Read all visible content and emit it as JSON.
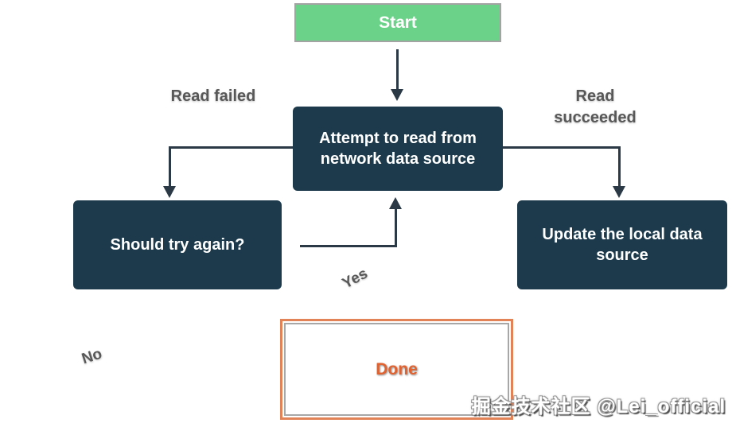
{
  "diagram": {
    "type": "flowchart",
    "nodes": {
      "start": {
        "label": "Start"
      },
      "attempt": {
        "label": "Attempt to read from network data source"
      },
      "should_try": {
        "label": "Should try again?"
      },
      "update_local": {
        "label": "Update the local data source"
      },
      "done": {
        "label": "Done"
      }
    },
    "edge_labels": {
      "read_failed": "Read failed",
      "read_succeeded": "Read succeeded",
      "yes": "Yes",
      "no": "No"
    },
    "edges": [
      {
        "from": "start",
        "to": "attempt",
        "label": ""
      },
      {
        "from": "attempt",
        "to": "should_try",
        "label": "Read failed"
      },
      {
        "from": "attempt",
        "to": "update_local",
        "label": "Read succeeded"
      },
      {
        "from": "should_try",
        "to": "attempt",
        "label": "Yes"
      },
      {
        "from": "should_try",
        "to": "done",
        "label": "No"
      }
    ],
    "colors": {
      "start_fill": "#6bd389",
      "start_border": "#a3a3a3",
      "node_fill": "#1c3a4b",
      "node_text": "#ffffff",
      "arrow": "#2a3945",
      "edge_label": "#585858",
      "done_border": "#e28257",
      "done_text": "#e2622f",
      "background": "#ffffff"
    }
  },
  "watermark": {
    "text": "掘金技术社区 @Lei_official"
  }
}
